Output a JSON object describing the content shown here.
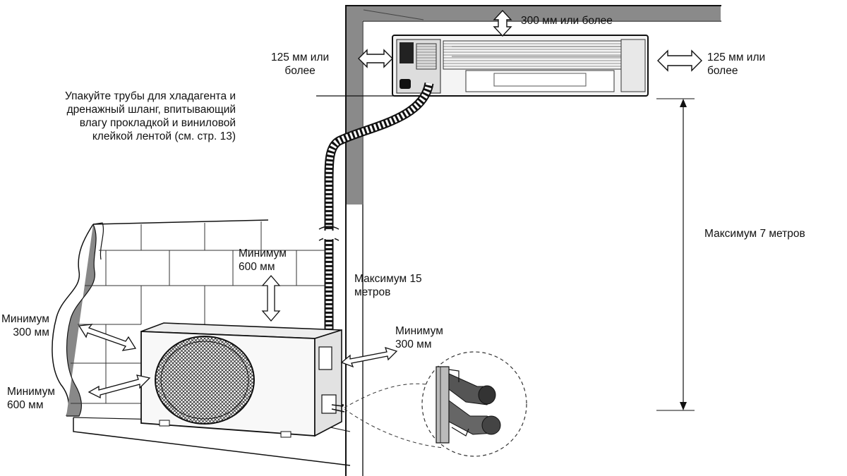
{
  "labels": {
    "top_clearance": "300 мм или более",
    "left_clearance": [
      "125 мм или",
      "более"
    ],
    "right_clearance": [
      "125 мм или",
      "более"
    ],
    "wrap_note": [
      "Упакуйте трубы для хладагента и",
      "дренажный шланг, впитывающий",
      "влагу прокладкой и виниловой",
      "клейкой лентой (см. стр. 13)"
    ],
    "max_height": "Максимум 7 метров",
    "top_min": [
      "Минимум",
      "600 мм"
    ],
    "pipe_max": [
      "Максимум 15",
      "метров"
    ],
    "left_min_300": [
      "Минимум",
      "300 мм"
    ],
    "left_min_600": [
      "Минимум",
      "600 мм"
    ],
    "right_min_300": [
      "Минимум",
      "300 мм"
    ]
  },
  "colors": {
    "line": "#111111",
    "wall": "#888888",
    "arrow_fill": "#ffffff",
    "unit_fill": "#f4f4f4"
  }
}
